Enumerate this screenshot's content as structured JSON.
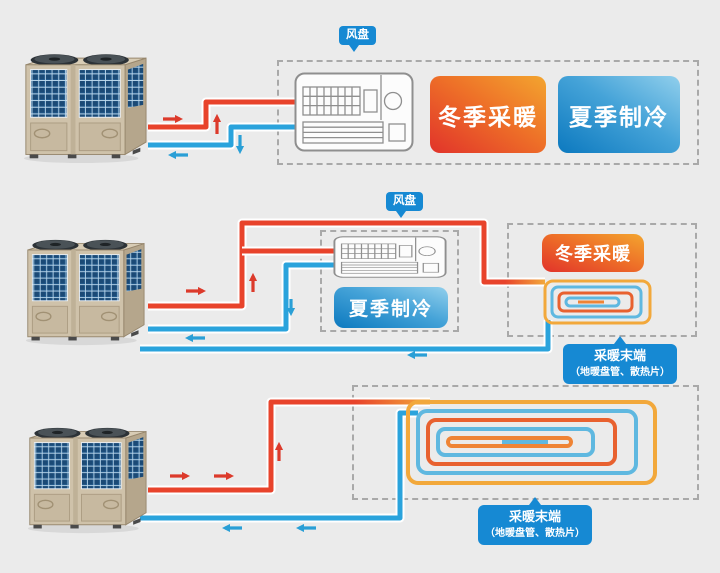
{
  "colors": {
    "background": "#ebebeb",
    "hot_pipe": "#e8432b",
    "cold_pipe": "#2aa3dc",
    "label_bubble_blue": "#1689d3",
    "winter_gradient_start": "#e1332a",
    "winter_gradient_end": "#f3a52f",
    "summer_gradient_start": "#0c79bf",
    "summer_gradient_end": "#91cfec",
    "coil_warm_outer": "#f2a83b",
    "coil_warm_inner": "#e8612f",
    "coil_cold": "#5fb8e0"
  },
  "row1": {
    "bubble": "风盘",
    "winter_button": "冬季采暖",
    "summer_button": "夏季制冷"
  },
  "row2": {
    "bubble": "风盘",
    "summer_button": "夏季制冷",
    "winter_button": "冬季采暖",
    "terminal_title": "采暖末端",
    "terminal_subtitle": "（地暖盘管、散热片）"
  },
  "row3": {
    "terminal_title": "采暖末端",
    "terminal_subtitle": "（地暖盘管、散热片）"
  },
  "icons": {
    "heat_pump": "air-source-heat-pump-unit",
    "fan_coil": "fan-coil-unit",
    "floor_coil": "floor-heating-coil",
    "hot_arrow": "hot-water-flow-arrow",
    "cold_arrow": "cold-water-flow-arrow"
  }
}
